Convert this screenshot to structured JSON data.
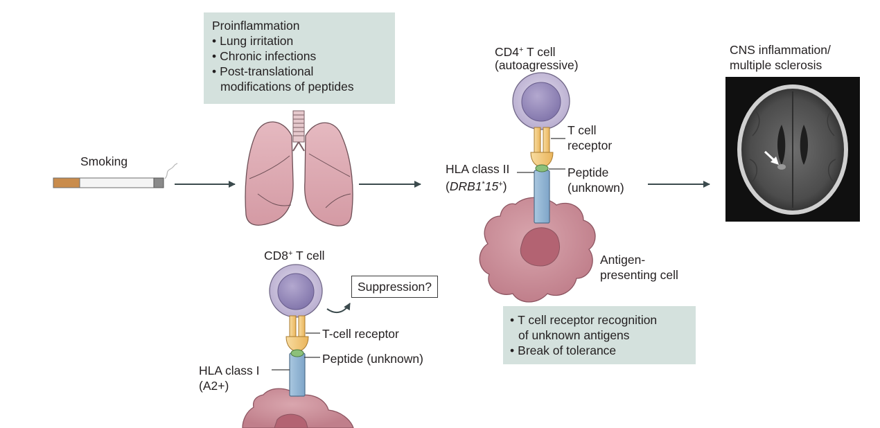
{
  "proinflammation": {
    "title": "Proinflammation",
    "items": [
      "Lung irritation",
      "Chronic infections",
      "Post-translational"
    ],
    "continuation": "modifications of peptides"
  },
  "smoking": {
    "label": "Smoking"
  },
  "cd4": {
    "title_main": "CD4",
    "title_sup": "+",
    "title_rest": " T cell",
    "subtitle": "(autoagressive)",
    "receptor_line1": "T cell",
    "receptor_line2": "receptor",
    "peptide_line1": "Peptide",
    "peptide_line2": "(unknown)",
    "hla_line1": "HLA class II",
    "hla_open": "(",
    "hla_allele_a": "DRB1",
    "hla_sup1": "*",
    "hla_allele_b": "15",
    "hla_sup2": "+",
    "hla_close": ")",
    "apc_line1": "Antigen-",
    "apc_line2": "presenting cell"
  },
  "cd8": {
    "title_main": "CD8",
    "title_sup": "+",
    "title_rest": " T cell",
    "suppression": "Suppression?",
    "receptor": "T-cell receptor",
    "peptide": "Peptide (unknown)",
    "hla_line1": "HLA class I",
    "hla_line2": "(A2+)"
  },
  "recognition": {
    "items": [
      "T cell receptor recognition",
      "Break of tolerance"
    ],
    "continuation": "of unknown antigens"
  },
  "cns": {
    "line1": "CNS inflammation/",
    "line2": "multiple sclerosis"
  },
  "colors": {
    "box_fill": "#d4e1dd",
    "cell_outer": "#cfc6dd",
    "cell_nucleus": "#9b8fbc",
    "receptor": "#f3c97c",
    "peptide": "#8cc07a",
    "hla": "#8fb4d4",
    "apc": "#cc8f9a",
    "apc_nucleus": "#b46675",
    "lung": "#d9a3ac",
    "arrow": "#3b4a4d"
  }
}
